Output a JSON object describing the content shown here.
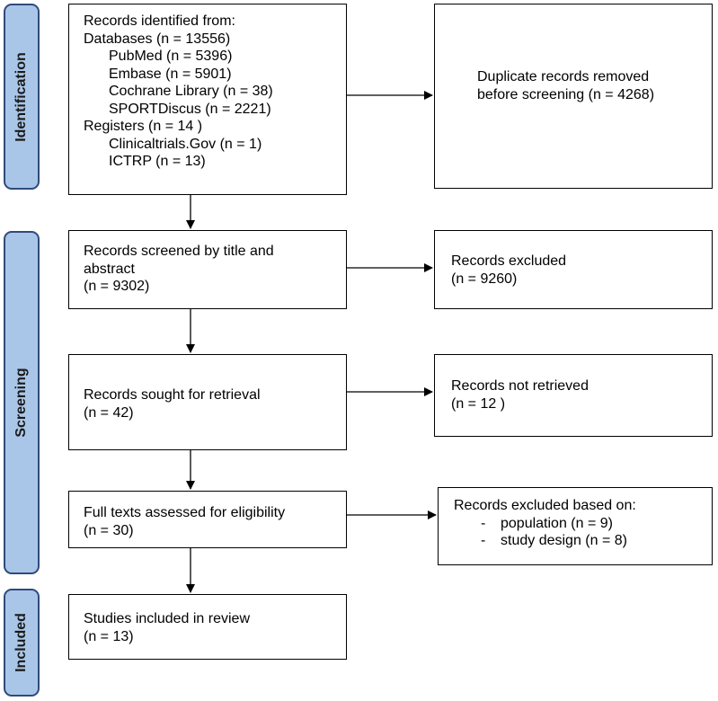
{
  "phases": {
    "identification": "Identification",
    "screening": "Screening",
    "included": "Included"
  },
  "identified": {
    "heading": "Records identified from:",
    "databases": "Databases (n = 13556)",
    "db_items": [
      "PubMed (n = 5396)",
      "Embase (n = 5901)",
      "Cochrane Library (n = 38)",
      "SPORTDiscus (n = 2221)"
    ],
    "registers": "Registers (n = 14 )",
    "reg_items": [
      "Clinicaltrials.Gov (n = 1)",
      "ICTRP (n = 13)"
    ]
  },
  "duplicates": {
    "line1": "Duplicate records removed",
    "line2": "before screening (n = 4268)"
  },
  "screened": {
    "line1": "Records screened by title and",
    "line2": "abstract",
    "line3": "(n = 9302)"
  },
  "excluded": {
    "line1": "Records excluded",
    "line2": "(n = 9260)"
  },
  "sought": {
    "line1": "Records sought for retrieval",
    "line2": "(n = 42)"
  },
  "not_retrieved": {
    "line1": "Records not retrieved",
    "line2": "(n = 12 )"
  },
  "fulltext": {
    "line1": "Full texts assessed for eligibility",
    "line2": "(n = 30)"
  },
  "excluded_reasons": {
    "heading": "Records excluded based on:",
    "items": [
      {
        "dash": "-",
        "text": "population (n = 9)"
      },
      {
        "dash": "-",
        "text": "study design (n = 8)"
      }
    ]
  },
  "included_box": {
    "line1": "Studies included in review",
    "line2": "(n = 13)"
  }
}
